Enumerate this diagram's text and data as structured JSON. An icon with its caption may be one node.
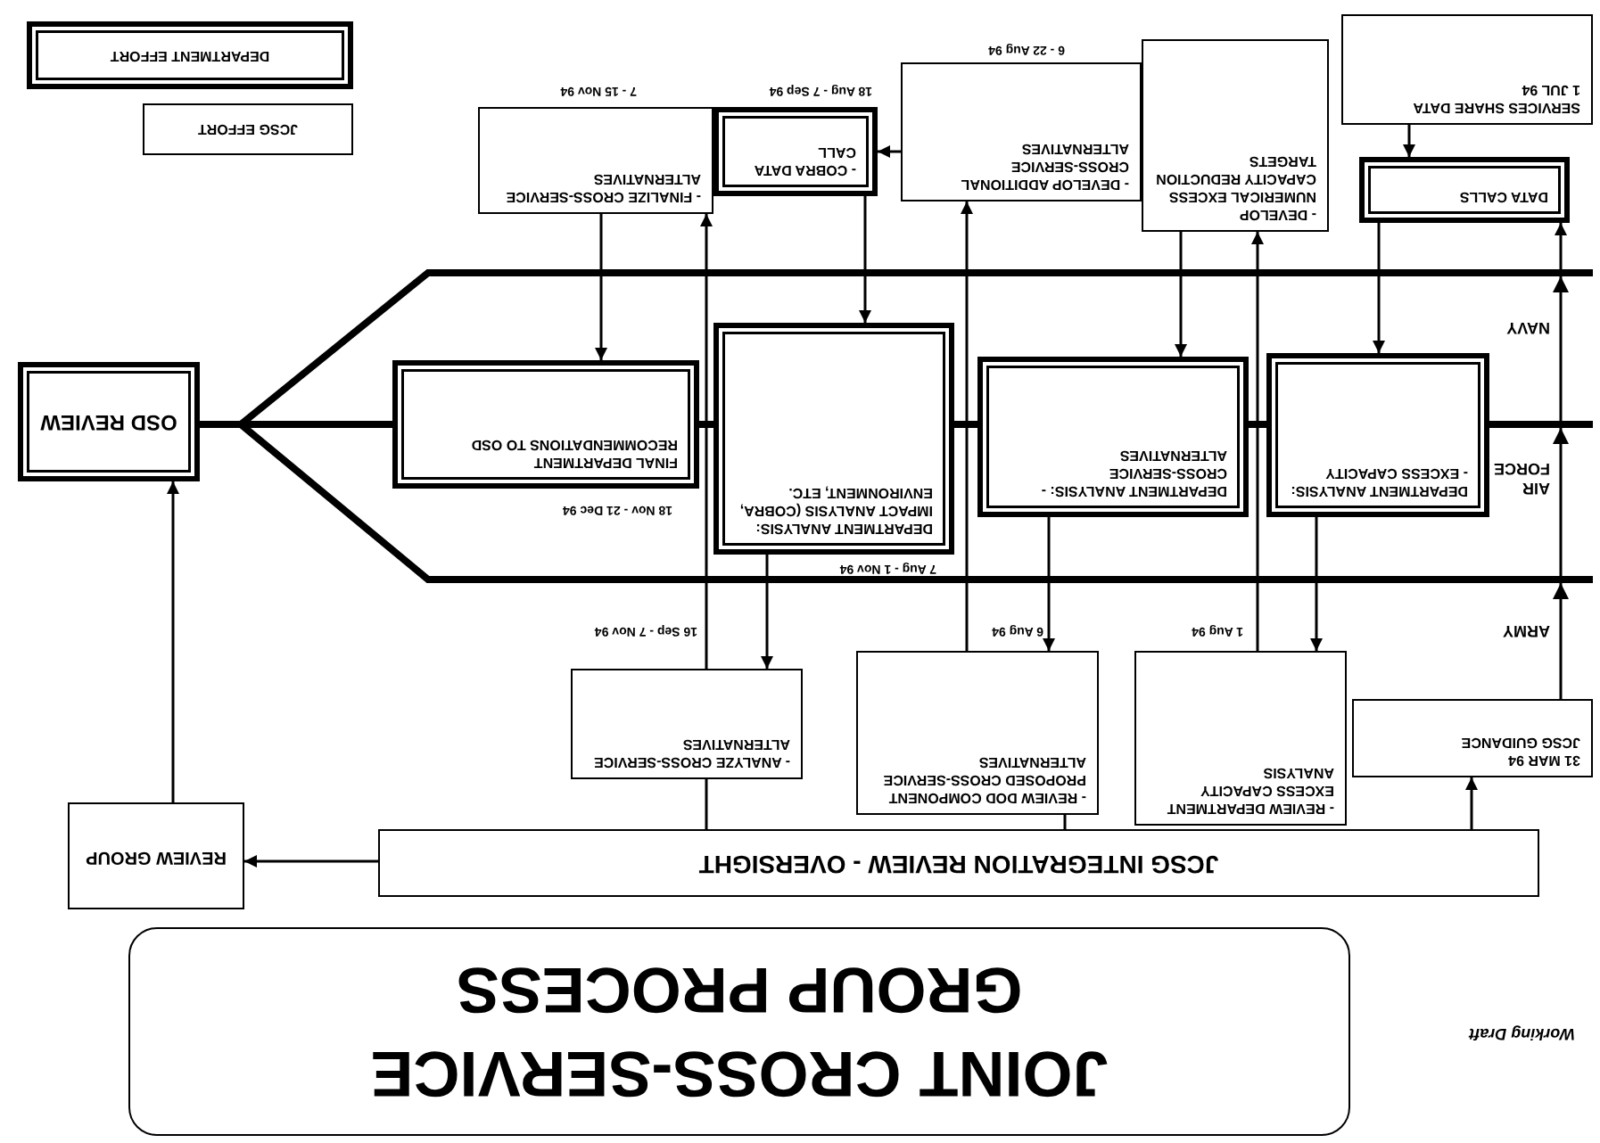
{
  "diagram": {
    "title": "JOINT CROSS-SERVICE GROUP PROCESS",
    "nodes": [
      {
        "text": [
          "JCSG INTEGRATION REVIEW - OVERSIGHT"
        ]
      },
      {
        "text": [
          "REVIEW GROUP"
        ]
      },
      {
        "text": [
          "OSD REVIEW"
        ]
      },
      {
        "text": [
          "31 MAR 94",
          "JCSG GUIDANCE"
        ]
      },
      {
        "text": [
          "- REVIEW DEPARTMENT EXCESS CAPACITY ANALYSIS"
        ],
        "beside": [
          "1 Aug 94"
        ]
      },
      {
        "text": [
          "- REVIEW DOD COMPONENT PROPOSED CROSS-SERVICE ALTERNATIVES"
        ],
        "beside": [
          "6 Aug 94"
        ]
      },
      {
        "text": [
          "- ANALYZE CROSS-SERVICE ALTERNATIVES"
        ],
        "beside": [
          "16 Sep - 7 Nov 94"
        ]
      },
      {
        "text": [
          "DEPARTMENT ANALYSIS: - EXCESS CAPACITY"
        ]
      },
      {
        "text": [
          "DEPARTMENT ANALYSIS: - CROSS-SERVICE ALTERNATIVES"
        ]
      },
      {
        "text": [
          "DEPARTMENT ANALYSIS: IMPACT ANALYSIS (COBRA, ENVIRONMENT, ETC."
        ],
        "beside": [
          "7 Aug - 1 Nov 94"
        ]
      },
      {
        "text": [
          "FINAL DEPARTMENT RECOMMENDATIONS TO OSD"
        ],
        "beside": [
          "18 Nov - 21 Dec 94"
        ]
      },
      {
        "text": [
          "DATA CALLS"
        ]
      },
      {
        "text": [
          "SERVICES SHARE DATA",
          "1 JUL 94"
        ]
      },
      {
        "text": [
          "- DEVELOP NUMERICAL EXCESS CAPACITY REDUCTION TARGETS"
        ]
      },
      {
        "text": [
          "- DEVELOP ADDITIONAL CROSS-SERVICE ALTERNATIVES"
        ],
        "beside": [
          "6 - 22 Aug 94"
        ]
      },
      {
        "text": [
          "- COBRA DATA CALL"
        ],
        "beside": [
          "18 Aug - 7 Sep 94"
        ]
      },
      {
        "text": [
          "- FINALIZE CROSS-SERVICE ALTERNATIVES"
        ],
        "beside": [
          "7 - 15 Nov 94"
        ]
      }
    ],
    "edges": [
      {
        "from": 0,
        "to": 1,
        "arrow": "to"
      },
      {
        "from": 1,
        "to": 2,
        "arrow": "to"
      },
      {
        "from": 0,
        "to": 3,
        "arrow": "to"
      },
      {
        "from": 3,
        "to": 11,
        "arrow": "to"
      },
      {
        "from": 12,
        "to": 11,
        "arrow": "to"
      },
      {
        "from": 11,
        "to": 7,
        "arrow": "to"
      },
      {
        "from": 7,
        "to": 4,
        "arrow": "to"
      },
      {
        "from": 4,
        "to": 13,
        "arrow": "to"
      },
      {
        "from": 13,
        "to": 8,
        "arrow": "to"
      },
      {
        "from": 8,
        "to": 5,
        "arrow": "to"
      },
      {
        "from": 5,
        "to": 14,
        "arrow": "to"
      },
      {
        "from": 14,
        "to": 15,
        "arrow": "to"
      },
      {
        "from": 15,
        "to": 9,
        "arrow": "to"
      },
      {
        "from": 9,
        "to": 6,
        "arrow": "to"
      },
      {
        "from": 6,
        "to": 16,
        "arrow": "to"
      },
      {
        "from": 16,
        "to": 10,
        "arrow": "to"
      },
      {
        "from": 6,
        "to": 0,
        "arrow": "none"
      },
      {
        "from": 5,
        "to": 0,
        "arrow": "none"
      },
      {
        "from": 7,
        "to": 8,
        "arrow": "none",
        "style": "thick"
      },
      {
        "from": 8,
        "to": 9,
        "arrow": "none",
        "style": "thick"
      },
      {
        "from": 9,
        "to": 10,
        "arrow": "none",
        "style": "thick"
      },
      {
        "from": 10,
        "to": 2,
        "arrow": "none",
        "style": "thick"
      }
    ],
    "labels": [
      "ARMY",
      "AIR FORCE",
      "NAVY",
      "Working Draft"
    ],
    "legend": [
      {
        "text": "DEPARTMENT EFFORT"
      },
      {
        "text": "JCSG EFFORT"
      }
    ]
  }
}
